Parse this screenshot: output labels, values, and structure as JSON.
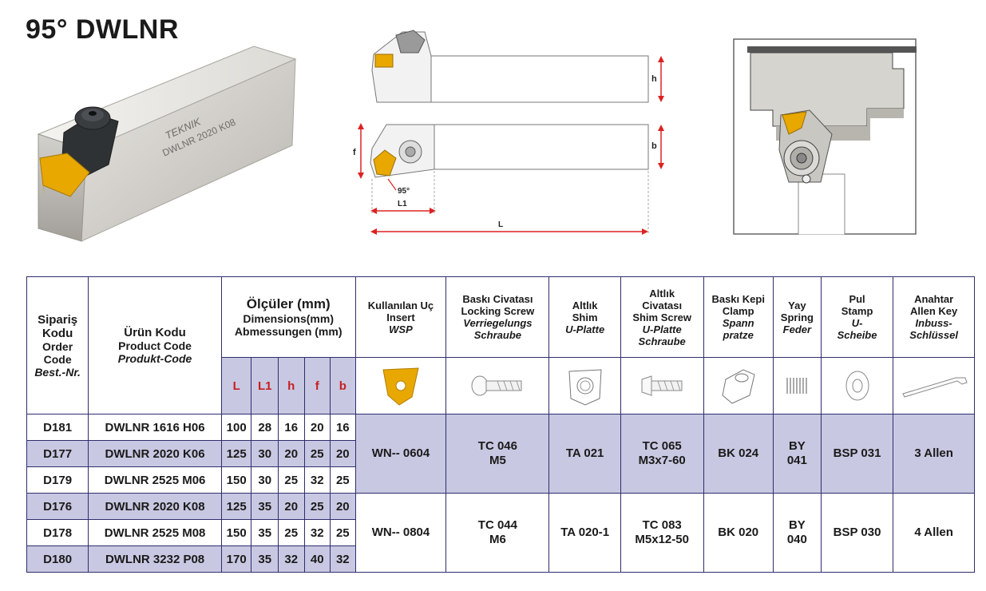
{
  "title": "95° DWLNR",
  "tool_photo": {
    "engraving_brand": "TEKNIK",
    "engraving_code": "DWLNR 2020 K08"
  },
  "schematic": {
    "labels": {
      "h": "h",
      "b": "b",
      "f": "f",
      "l1": "L1",
      "l": "L",
      "angle": "95°"
    }
  },
  "headers": {
    "order_code": [
      "Sipariş",
      "Kodu",
      "Order",
      "Code",
      "Best.-Nr."
    ],
    "product_code": [
      "Ürün Kodu",
      "Product Code",
      "Produkt-Code"
    ],
    "dimensions": [
      "Ölçüler (mm)",
      "Dimensions(mm)",
      "Abmessungen (mm)"
    ],
    "dim_cols": [
      "L",
      "L1",
      "h",
      "f",
      "b"
    ],
    "insert": [
      "Kullanılan Uç",
      "Insert",
      "WSP"
    ],
    "locking_screw": [
      "Baskı Civatası",
      "Locking Screw",
      "Verriegelungs",
      "Schraube"
    ],
    "shim": [
      "Altlık",
      "Shim",
      "U-Platte"
    ],
    "shim_screw": [
      "Altlık",
      "Civatası",
      "Shim Screw",
      "U-Platte",
      "Schraube"
    ],
    "clamp": [
      "Baskı Kepi",
      "Clamp",
      "Spann",
      "pratze"
    ],
    "spring": [
      "Yay",
      "Spring",
      "Feder"
    ],
    "stamp": [
      "Pul",
      "Stamp",
      "U-",
      "Scheibe"
    ],
    "allen_key": [
      "Anahtar",
      "Allen Key",
      "Inbuss-",
      "Schlüssel"
    ]
  },
  "rows": [
    {
      "order": "D181",
      "product": "DWLNR 1616 H06",
      "L": "100",
      "L1": "28",
      "h": "16",
      "f": "20",
      "b": "16"
    },
    {
      "order": "D177",
      "product": "DWLNR 2020 K06",
      "L": "125",
      "L1": "30",
      "h": "20",
      "f": "25",
      "b": "20"
    },
    {
      "order": "D179",
      "product": "DWLNR 2525 M06",
      "L": "150",
      "L1": "30",
      "h": "25",
      "f": "32",
      "b": "25"
    },
    {
      "order": "D176",
      "product": "DWLNR 2020 K08",
      "L": "125",
      "L1": "35",
      "h": "20",
      "f": "25",
      "b": "20"
    },
    {
      "order": "D178",
      "product": "DWLNR 2525 M08",
      "L": "150",
      "L1": "35",
      "h": "25",
      "f": "32",
      "b": "25"
    },
    {
      "order": "D180",
      "product": "DWLNR 3232 P08",
      "L": "170",
      "L1": "35",
      "h": "32",
      "f": "40",
      "b": "32"
    }
  ],
  "groups": [
    {
      "insert": "WN-- 0604",
      "screw": [
        "TC 046",
        "M5"
      ],
      "shim": "TA 021",
      "shim_screw": [
        "TC 065",
        "M3x7-60"
      ],
      "clamp": "BK 024",
      "spring": [
        "BY",
        "041"
      ],
      "stamp": "BSP 031",
      "key": "3 Allen"
    },
    {
      "insert": "WN-- 0804",
      "screw": [
        "TC 044",
        "M6"
      ],
      "shim": "TA 020-1",
      "shim_screw": [
        "TC 083",
        "M5x12-50"
      ],
      "clamp": "BK 020",
      "spring": [
        "BY",
        "040"
      ],
      "stamp": "BSP 030",
      "key": "4 Allen"
    }
  ],
  "colors": {
    "accent_red": "#c62020",
    "row_band": "#c8c8e2",
    "insert_yellow": "#e8a800",
    "border": "#2e2e6e"
  }
}
